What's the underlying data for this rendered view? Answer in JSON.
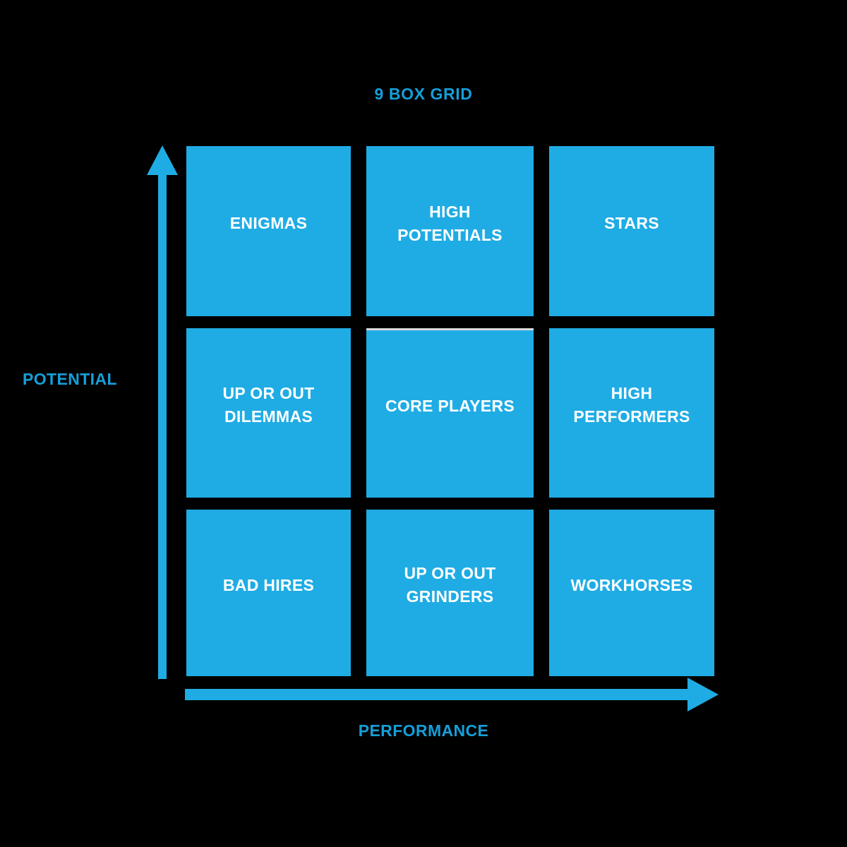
{
  "title": "9 BOX GRID",
  "colors": {
    "background": "#000000",
    "accent_blue": "#159fda",
    "box_blue": "#1facE4",
    "box_label": "#ffffff",
    "center_box_top_rule": "#d9d9d9"
  },
  "axes": {
    "y": {
      "label": "POTENTIAL",
      "direction": "up",
      "arrow_icon": "arrow-up-icon"
    },
    "x": {
      "label": "PERFORMANCE",
      "direction": "right",
      "arrow_icon": "arrow-right-icon"
    }
  },
  "chart_data": {
    "type": "heatmap",
    "title": "9 BOX GRID",
    "xlabel": "PERFORMANCE",
    "ylabel": "POTENTIAL",
    "grid": true,
    "legend": "none",
    "rows": 3,
    "columns": 3,
    "x_levels": [
      "low",
      "medium",
      "high"
    ],
    "y_levels": [
      "high",
      "medium",
      "low"
    ],
    "cells": [
      {
        "row": 0,
        "col": 0,
        "potential": "high",
        "performance": "low",
        "label": "ENIGMAS"
      },
      {
        "row": 0,
        "col": 1,
        "potential": "high",
        "performance": "medium",
        "label": "HIGH\nPOTENTIALS"
      },
      {
        "row": 0,
        "col": 2,
        "potential": "high",
        "performance": "high",
        "label": "STARS"
      },
      {
        "row": 1,
        "col": 0,
        "potential": "medium",
        "performance": "low",
        "label": "UP OR OUT\nDILEMMAS"
      },
      {
        "row": 1,
        "col": 1,
        "potential": "medium",
        "performance": "medium",
        "label": "CORE PLAYERS"
      },
      {
        "row": 1,
        "col": 2,
        "potential": "medium",
        "performance": "high",
        "label": "HIGH\nPERFORMERS"
      },
      {
        "row": 2,
        "col": 0,
        "potential": "low",
        "performance": "low",
        "label": "BAD HIRES"
      },
      {
        "row": 2,
        "col": 1,
        "potential": "low",
        "performance": "medium",
        "label": "UP OR OUT\nGRINDERS"
      },
      {
        "row": 2,
        "col": 2,
        "potential": "low",
        "performance": "high",
        "label": "WORKHORSES"
      }
    ]
  }
}
